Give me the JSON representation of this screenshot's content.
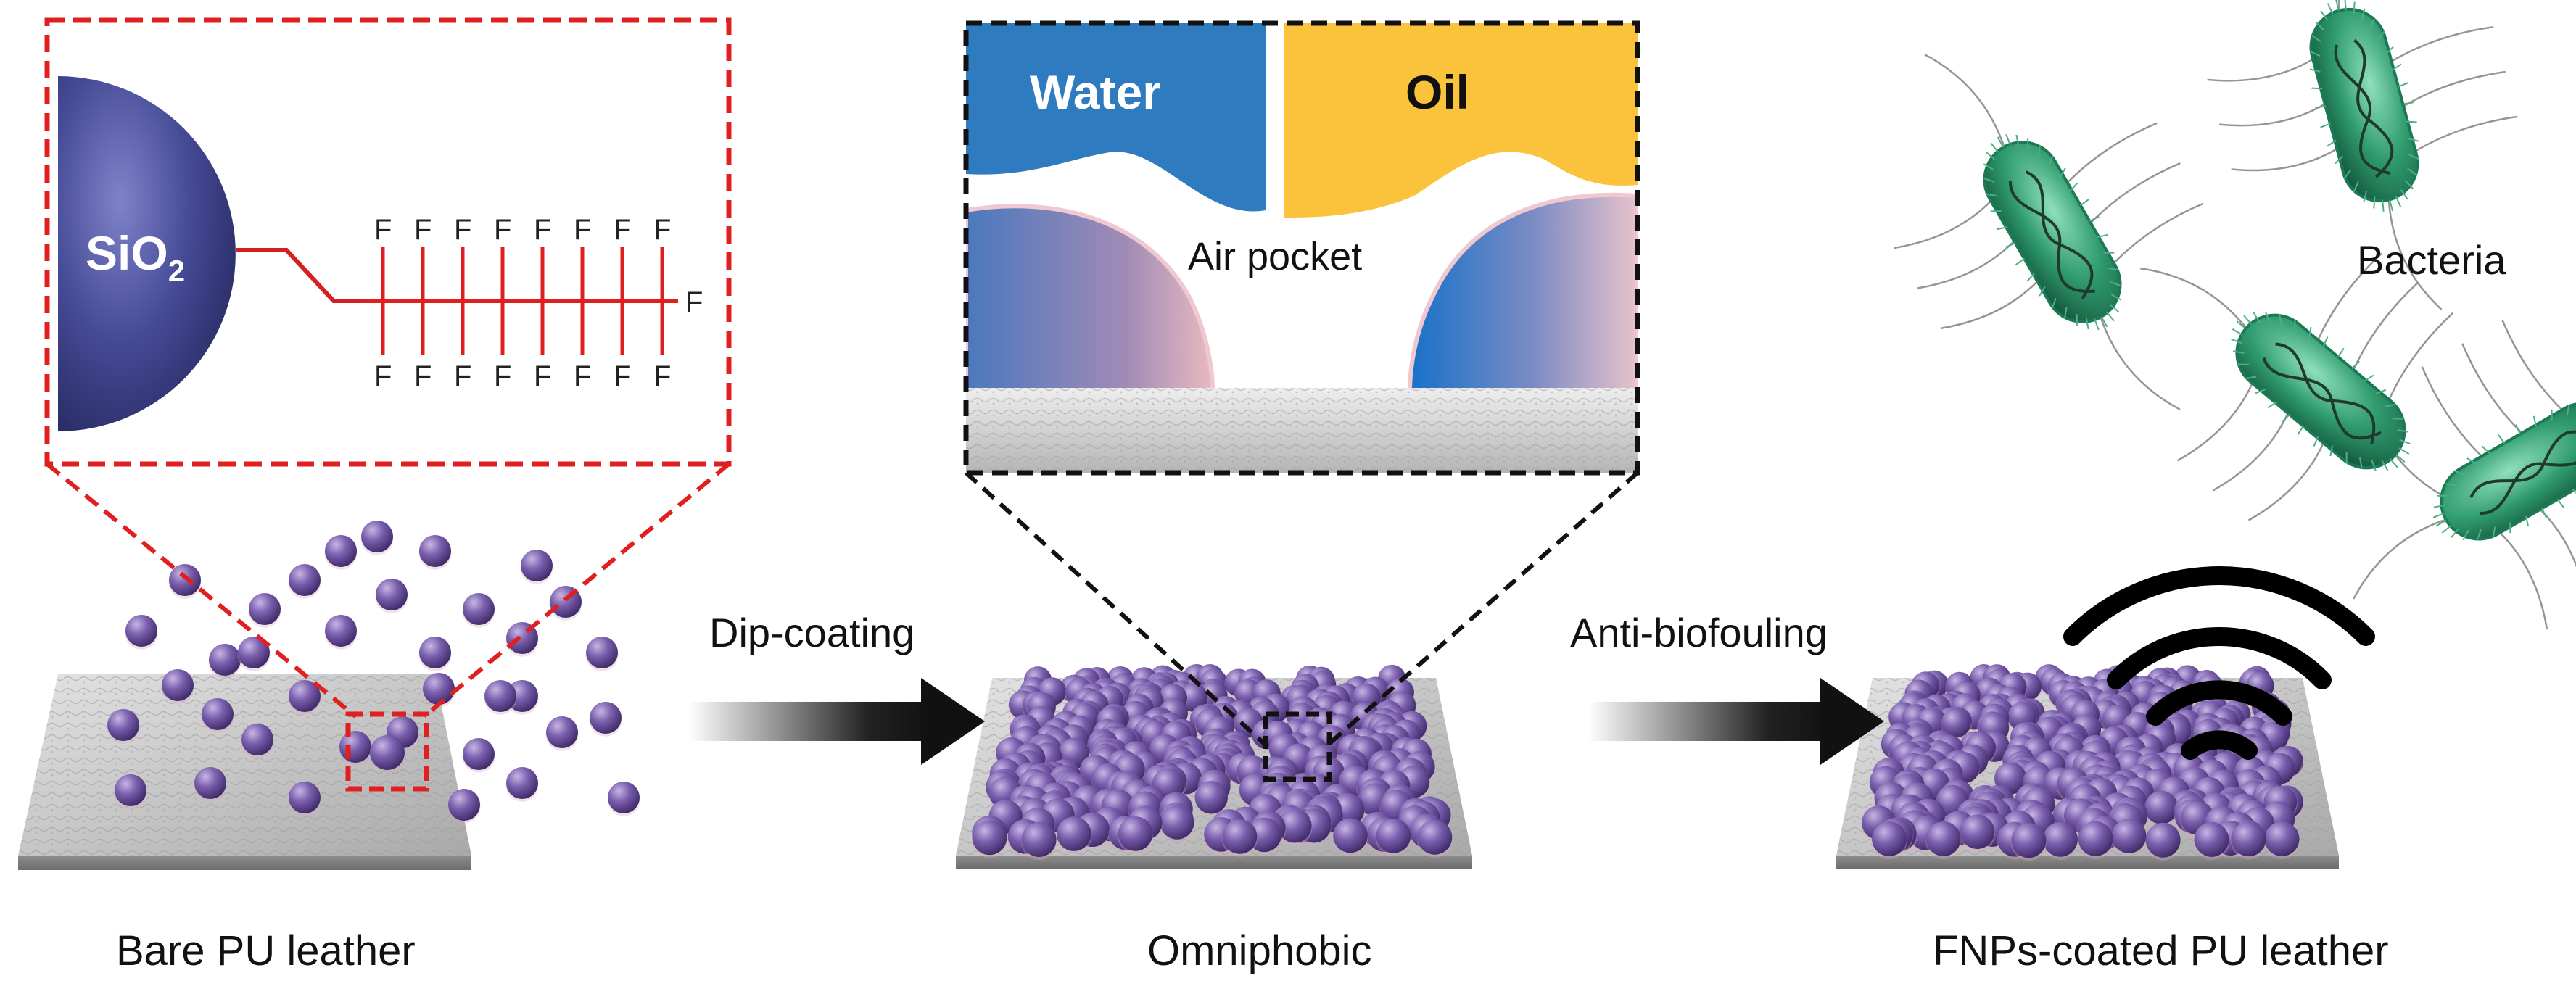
{
  "panels": {
    "bare": {
      "caption": "Bare PU leather"
    },
    "omni": {
      "caption": "Omniphobic"
    },
    "fnps": {
      "caption": "FNPs-coated PU leather"
    }
  },
  "arrows": {
    "dip": {
      "label": "Dip-coating"
    },
    "anti": {
      "label": "Anti-biofouling"
    }
  },
  "inset_molecule": {
    "particle_label": "SiO",
    "particle_subscript": "2",
    "fluorine_symbol": "F",
    "chain_length": 8
  },
  "inset_interface": {
    "water_label": "Water",
    "oil_label": "Oil",
    "air_label": "Air pocket"
  },
  "bacteria": {
    "label": "Bacteria",
    "count": 4
  },
  "colors": {
    "particle": "#6b4f9a",
    "inset_red": "#e02020",
    "inset_black": "#111111",
    "water": "#2f7bc0",
    "oil": "#fbc23c",
    "bacteria": "#2f9a6e",
    "sio2": "#3a3d86",
    "leather": "#cfcfcf"
  }
}
